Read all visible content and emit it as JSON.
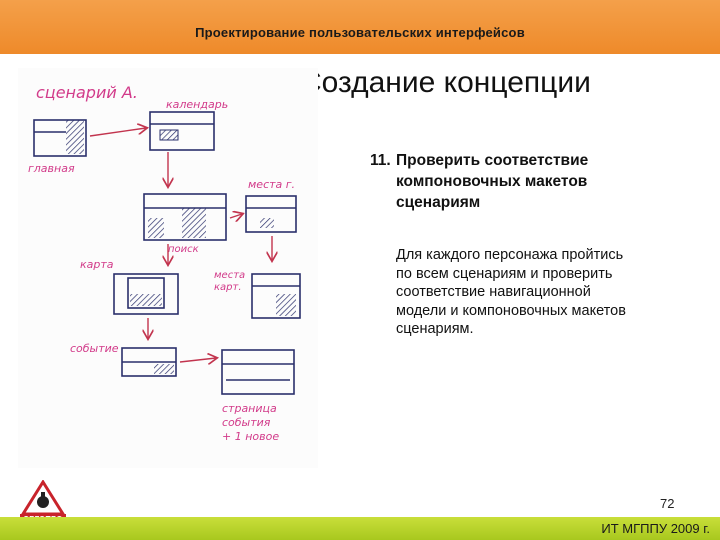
{
  "header": {
    "title": "Проектирование пользовательских интерфейсов"
  },
  "slide": {
    "title": "Создание концепции",
    "point_number": "11.",
    "point_line1": "Проверить соответствие",
    "point_line2": "компоновочных макетов",
    "point_line3": "сценариям",
    "body_lines": [
      "Для каждого персонажа пройтись",
      "по всем сценариям и проверить",
      "соответствие навигационной",
      "модели и компоновочных макетов",
      "сценариям."
    ]
  },
  "sketch": {
    "scenario": "сценарий А.",
    "main": "главная",
    "calendar": "календарь",
    "places": "места г.",
    "search": "поиск",
    "map": "карта",
    "places_map1": "места",
    "places_map2": "карт.",
    "event": "событие",
    "event_page1": "страница",
    "event_page2": "события",
    "event_page3": "+ 1 новое"
  },
  "footer": {
    "page_number": "72",
    "text": "ИТ МГППУ 2009 г.",
    "logo_text": "ЭРГОПРО"
  }
}
